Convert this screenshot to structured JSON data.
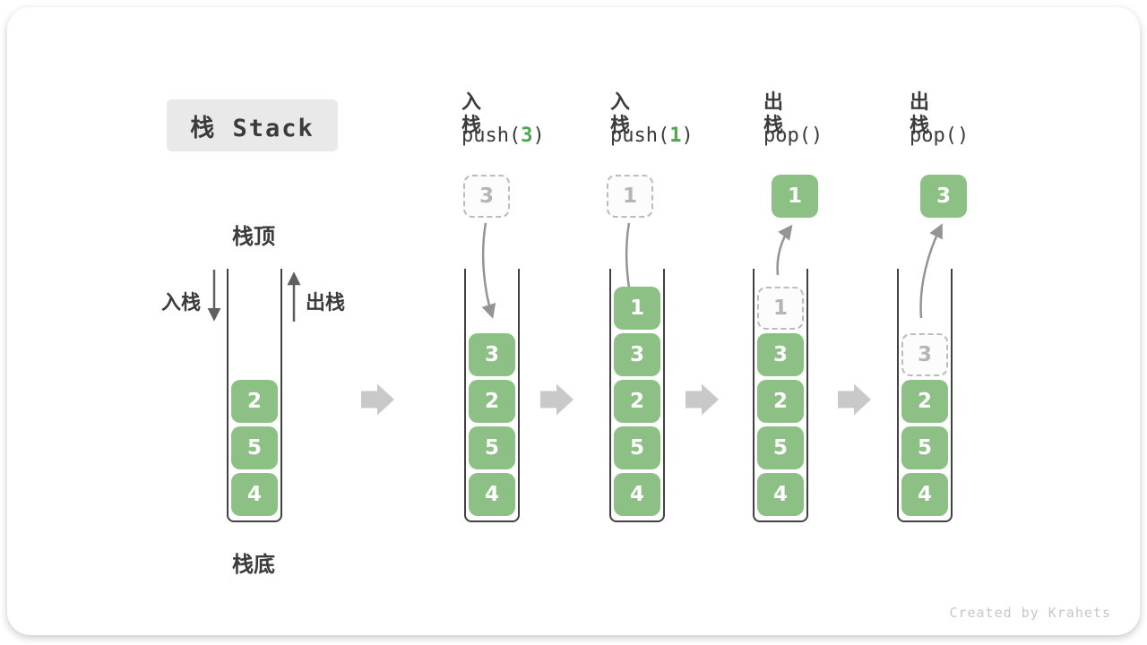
{
  "title": "栈 Stack",
  "side_labels": {
    "top": "栈顶",
    "bottom": "栈底",
    "push": "入栈",
    "pop": "出栈"
  },
  "footer": "Created by Krahets",
  "colors": {
    "green": "#8CC084",
    "arg_green": "#4CA64D",
    "text_dark": "#3B3B3B",
    "wall": "#414141",
    "arrow_gray": "#949494",
    "side_arrow": "#5F5F5F",
    "flow_arrow": "#C9C9C9",
    "dash_border": "#BCBCBC",
    "dash_text": "#B5B5B5",
    "title_bg": "#E9E9E9",
    "footer_gray": "#C7C7C7"
  },
  "columns": [
    {
      "name": "initial-state",
      "header": null,
      "float": null,
      "cells": [
        {
          "value": "2",
          "variant": "solid"
        },
        {
          "value": "5",
          "variant": "solid"
        },
        {
          "value": "4",
          "variant": "solid"
        }
      ]
    },
    {
      "name": "push-3-state",
      "header": {
        "op": "入栈",
        "code_pre": "push(",
        "code_arg": "3",
        "code_post": ")"
      },
      "float": {
        "value": "3",
        "variant": "dashed"
      },
      "cells": [
        {
          "value": "3",
          "variant": "solid"
        },
        {
          "value": "2",
          "variant": "solid"
        },
        {
          "value": "5",
          "variant": "solid"
        },
        {
          "value": "4",
          "variant": "solid"
        }
      ]
    },
    {
      "name": "push-1-state",
      "header": {
        "op": "入栈",
        "code_pre": "push(",
        "code_arg": "1",
        "code_post": ")"
      },
      "float": {
        "value": "1",
        "variant": "dashed"
      },
      "cells": [
        {
          "value": "1",
          "variant": "solid"
        },
        {
          "value": "3",
          "variant": "solid"
        },
        {
          "value": "2",
          "variant": "solid"
        },
        {
          "value": "5",
          "variant": "solid"
        },
        {
          "value": "4",
          "variant": "solid"
        }
      ]
    },
    {
      "name": "pop-1-state",
      "header": {
        "op": "出栈",
        "code_pre": "pop(",
        "code_arg": "",
        "code_post": ")"
      },
      "float": {
        "value": "1",
        "variant": "solid"
      },
      "cells": [
        {
          "value": "1",
          "variant": "dashed"
        },
        {
          "value": "3",
          "variant": "solid"
        },
        {
          "value": "2",
          "variant": "solid"
        },
        {
          "value": "5",
          "variant": "solid"
        },
        {
          "value": "4",
          "variant": "solid"
        }
      ]
    },
    {
      "name": "pop-3-state",
      "header": {
        "op": "出栈",
        "code_pre": "pop(",
        "code_arg": "",
        "code_post": ")"
      },
      "float": {
        "value": "3",
        "variant": "solid"
      },
      "cells": [
        {
          "value": "3",
          "variant": "dashed"
        },
        {
          "value": "2",
          "variant": "solid"
        },
        {
          "value": "5",
          "variant": "solid"
        },
        {
          "value": "4",
          "variant": "solid"
        }
      ]
    }
  ]
}
